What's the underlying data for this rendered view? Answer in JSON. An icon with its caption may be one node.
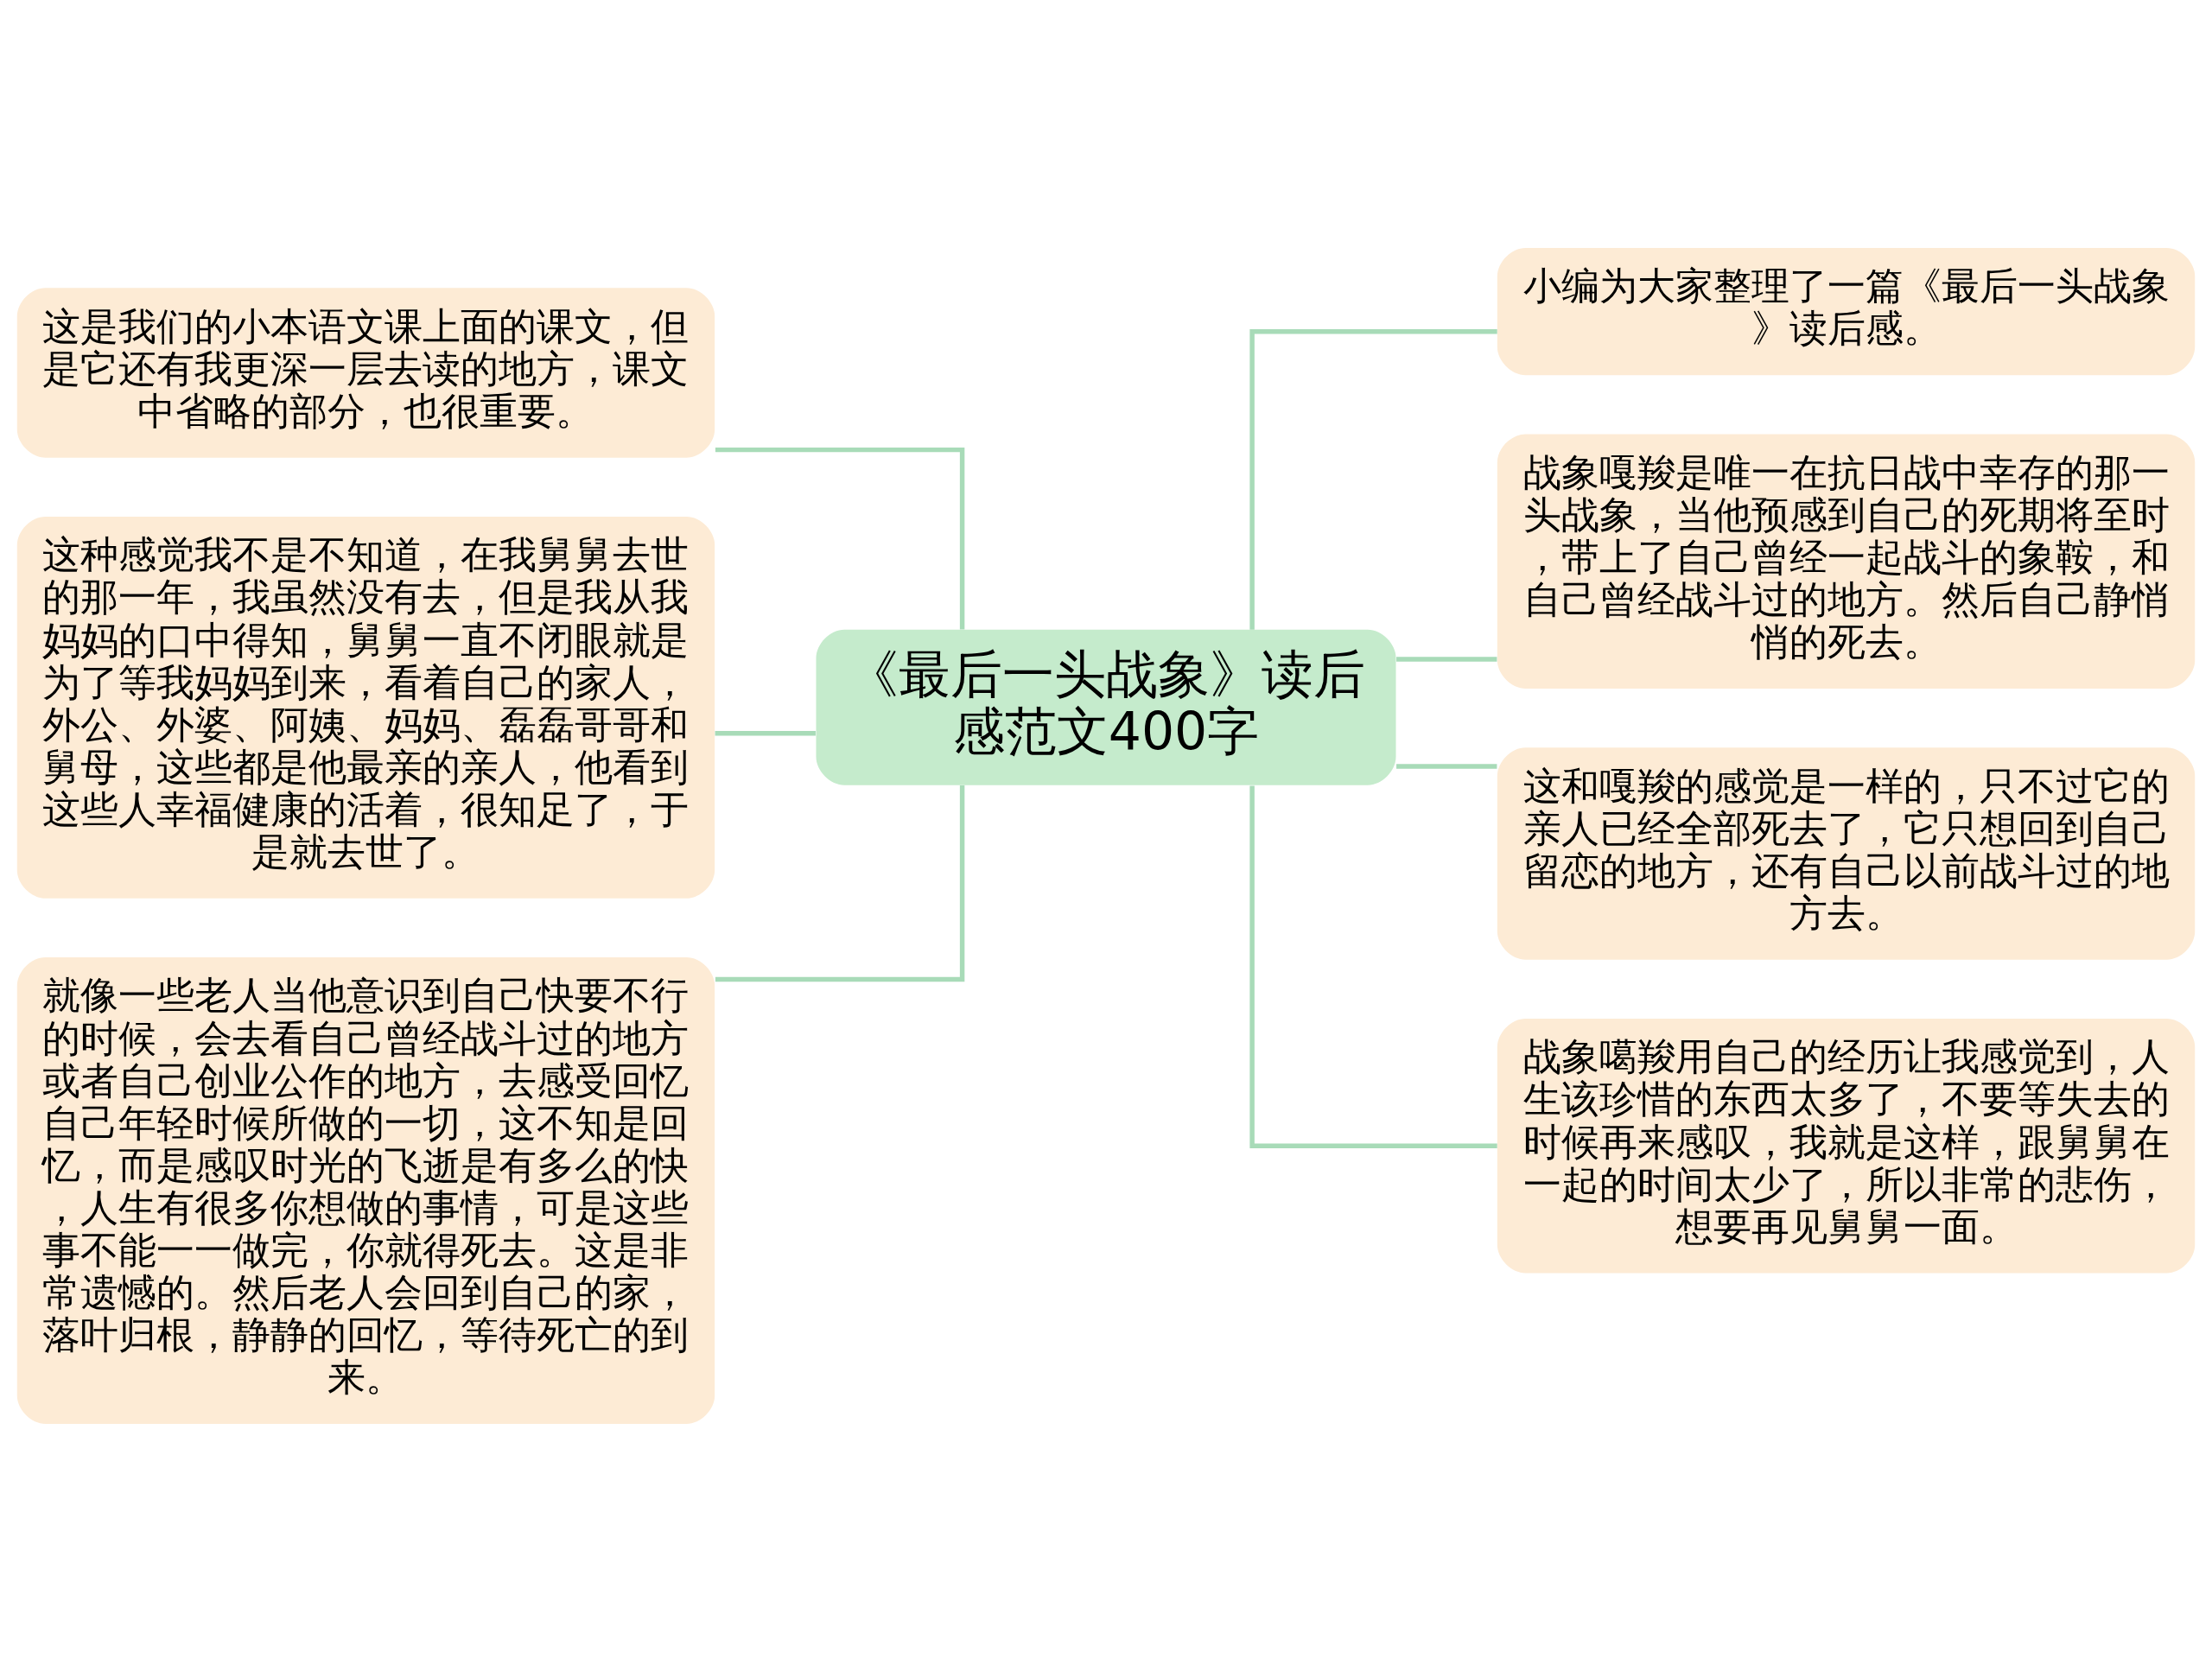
{
  "diagram": {
    "nodes": [
      {
        "text": [
          "《最后一头战象》读后感范文400字"
        ]
      },
      {
        "text": [
          "这是我们的小本语文课上面的课文，但是它还有我更深一层去读的地方，课文中省略的部分，也很重要。"
        ]
      },
      {
        "text": [
          "这种感觉我不是不知道，在我舅舅去世的那一年，我虽然没有去，但是我从我妈妈的口中得知，舅舅一直不闭眼就是为了等我妈妈到来，看着自己的家人，外公、外婆、阿姨、妈妈、磊磊哥哥和舅母，这些都是他最亲的亲人，他看到这些人幸福健康的活着，很知足了，于是就去世了。"
        ]
      },
      {
        "text": [
          "就像一些老人当他意识到自己快要不行的时候，会去看自己曾经战斗过的地方或者自己创业公作的地方，去感受回忆自己年轻时候所做的一切，这不知是回忆，而是感叹时光的飞逝是有多么的快，人生有很多你想做的事情，可是这些事不能一一做完，你就得死去。这是非常遗憾的。然后老人会回到自己的家，落叶归根，静静的回忆，等待死亡的到来。"
        ]
      },
      {
        "text": [
          "小编为大家整理了一篇《最后一头战象》读后感。"
        ]
      },
      {
        "text": [
          "战象嘎羧是唯一在抗日战中幸存的那一头战象，当他预感到自己的死期将至时，带上了自己曾经一起战斗的象鞍，和自己曾经战斗过的地方。然后自己静悄悄的死去。"
        ]
      },
      {
        "text": [
          "这和嘎羧的感觉是一样的，只不过它的亲人已经全部死去了，它只想回到自己留恋的地方，还有自己以前战斗过的地方去。"
        ]
      },
      {
        "text": [
          "战象噶羧用自己的经历让我感觉到，人生该珍惜的东西太多了，不要等失去的时候再来感叹，我就是这样，跟舅舅在一起的时间太少了，所以非常的悲伤，想要再见舅舅一面。"
        ]
      }
    ],
    "edges": [
      {
        "from": 0,
        "to": 1,
        "arrow": "none"
      },
      {
        "from": 0,
        "to": 2,
        "arrow": "none"
      },
      {
        "from": 0,
        "to": 3,
        "arrow": "none"
      },
      {
        "from": 0,
        "to": 4,
        "arrow": "none"
      },
      {
        "from": 0,
        "to": 5,
        "arrow": "none"
      },
      {
        "from": 0,
        "to": 6,
        "arrow": "none"
      },
      {
        "from": 0,
        "to": 7,
        "arrow": "none"
      }
    ]
  }
}
